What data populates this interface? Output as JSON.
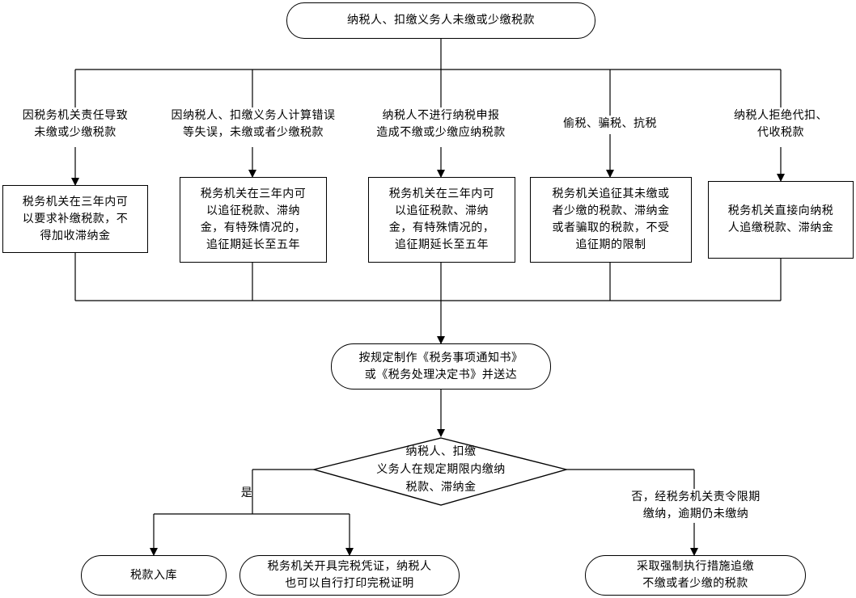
{
  "start": {
    "text": "纳税人、扣缴义务人未缴或少缴税款"
  },
  "branches": [
    {
      "cause": "因税务机关责任导致\n未缴或少缴税款",
      "action": "税务机关在三年内可\n以要求补缴税款，不\n得加收滞纳金"
    },
    {
      "cause": "因纳税人、扣缴义务人计算错误\n等失误，未缴或者少缴税款",
      "action": "税务机关在三年内可\n以追征税款、滞纳\n金，有特殊情况的，\n追征期延长至五年"
    },
    {
      "cause": "纳税人不进行纳税申报\n造成不缴或少缴应纳税款",
      "action": "税务机关在三年内可\n以追征税款、滞纳\n金，有特殊情况的，\n追征期延长至五年"
    },
    {
      "cause": "偷税、骗税、抗税",
      "action": "税务机关追征其未缴或\n者少缴的税款、滞纳金\n或者骗取的税款，不受\n追征期的限制"
    },
    {
      "cause": "纳税人拒绝代扣、\n代收税款",
      "action": "税务机关直接向纳税\n人追缴税款、滞纳金"
    }
  ],
  "notice": {
    "text": "按规定制作《税务事项通知书》\n或《税务处理决定书》并送达"
  },
  "decision": {
    "text": "纳税人、扣缴\n义务人在规定期限内缴纳\n税款、滞纳金"
  },
  "yes_label": "是",
  "no_label": "否，经税务机关责令限期\n缴纳，逾期仍未缴纳",
  "outcomes": {
    "storage": "税款入库",
    "certificate": "税务机关开具完税凭证，纳税人\n也可以自行打印完税证明",
    "enforcement": "采取强制执行措施追缴\n不缴或者少缴的税款"
  }
}
